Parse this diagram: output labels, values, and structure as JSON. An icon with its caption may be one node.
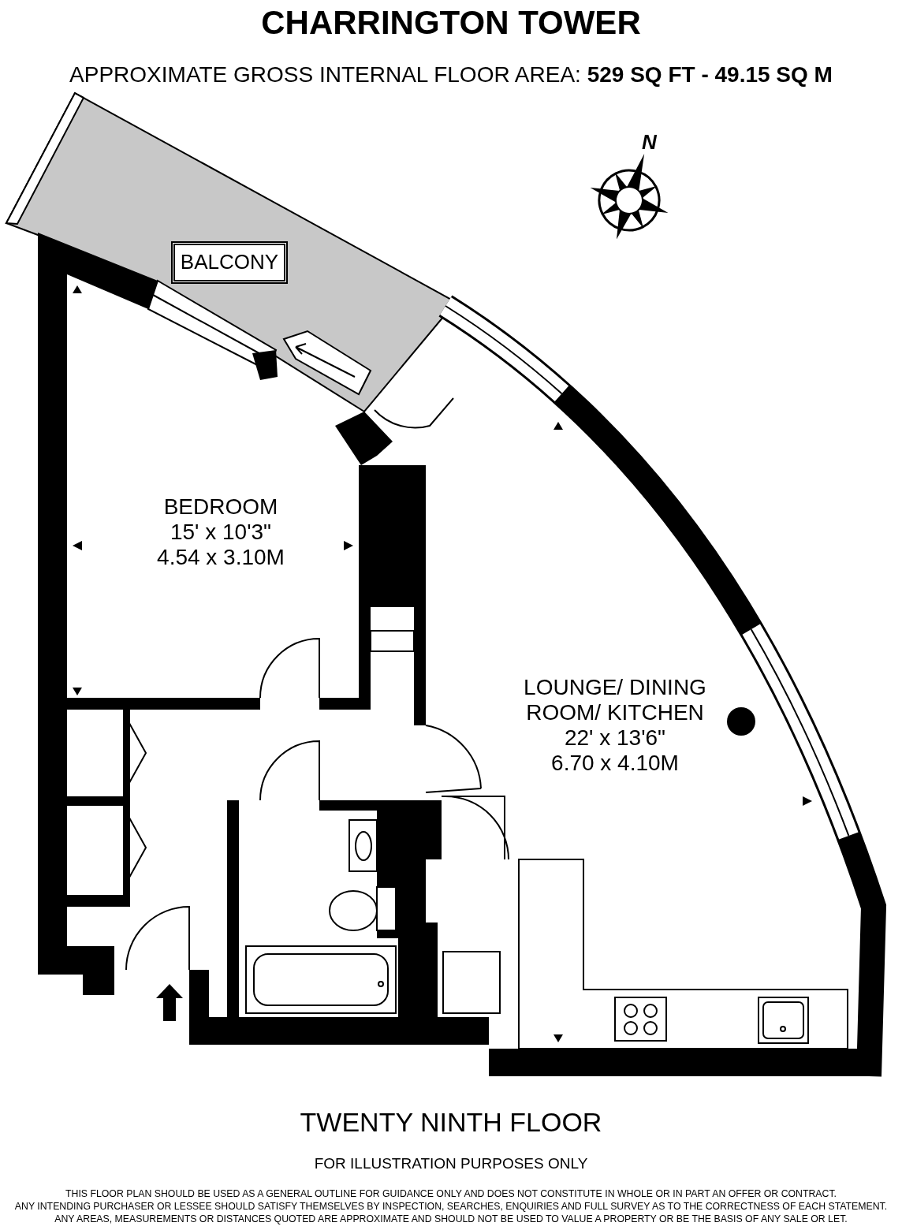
{
  "diagram": {
    "title": "CHARRINGTON TOWER",
    "nodes": [
      {
        "text": [
          "BALCONY"
        ]
      },
      {
        "text": [
          "BEDROOM",
          "15' x 10'3\"",
          "4.54 x 3.10M"
        ]
      },
      {
        "text": [
          "LOUNGE/ DINING ROOM/ KITCHEN",
          "22' x 13'6\"",
          "6.70 x 4.10M"
        ]
      }
    ],
    "labels": [
      "APPROXIMATE GROSS INTERNAL FLOOR AREA: **529 SQ FT - 49.15 SQ M**",
      "N",
      "TWENTY NINTH FLOOR",
      "FOR ILLUSTRATION PURPOSES ONLY",
      "THIS FLOOR PLAN SHOULD BE USED AS A GENERAL OUTLINE FOR GUIDANCE ONLY AND DOES NOT CONSTITUTE IN WHOLE OR IN PART AN OFFER OR CONTRACT.",
      "ANY INTENDING PURCHASER OR LESSEE SHOULD SATISFY THEMSELVES BY INSPECTION, SEARCHES, ENQUIRIES AND FULL SURVEY AS TO THE CORRECTNESS OF EACH STATEMENT.",
      "ANY AREAS, MEASUREMENTS OR DISTANCES QUOTED ARE APPROXIMATE AND SHOULD NOT BE USED TO VALUE A PROPERTY OR BE THE BASIS OF ANY SALE OR LET."
    ]
  }
}
